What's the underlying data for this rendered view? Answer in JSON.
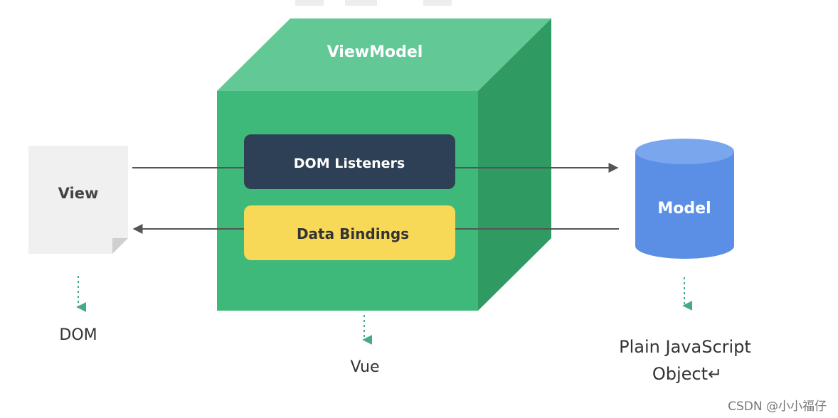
{
  "diagram": {
    "viewmodel_label": "ViewModel",
    "dom_listeners_label": "DOM Listeners",
    "data_bindings_label": "Data Bindings",
    "view_label": "View",
    "model_label": "Model",
    "dom_caption": "DOM",
    "vue_caption": "Vue",
    "model_caption_line1": "Plain JavaScript",
    "model_caption_line2": "Object↵"
  },
  "watermark": "CSDN @小小福仔",
  "colors": {
    "cube_front": "#3fb97a",
    "cube_top": "#62c895",
    "cube_side": "#2f9a62",
    "dom_listeners_box": "#2e4055",
    "data_bindings_box": "#f8d857",
    "view_doc": "#f0f0f0",
    "model_cylinder": "#5b8fe6",
    "arrow_dark": "#555555",
    "dotted_arrow": "#44aa88"
  }
}
